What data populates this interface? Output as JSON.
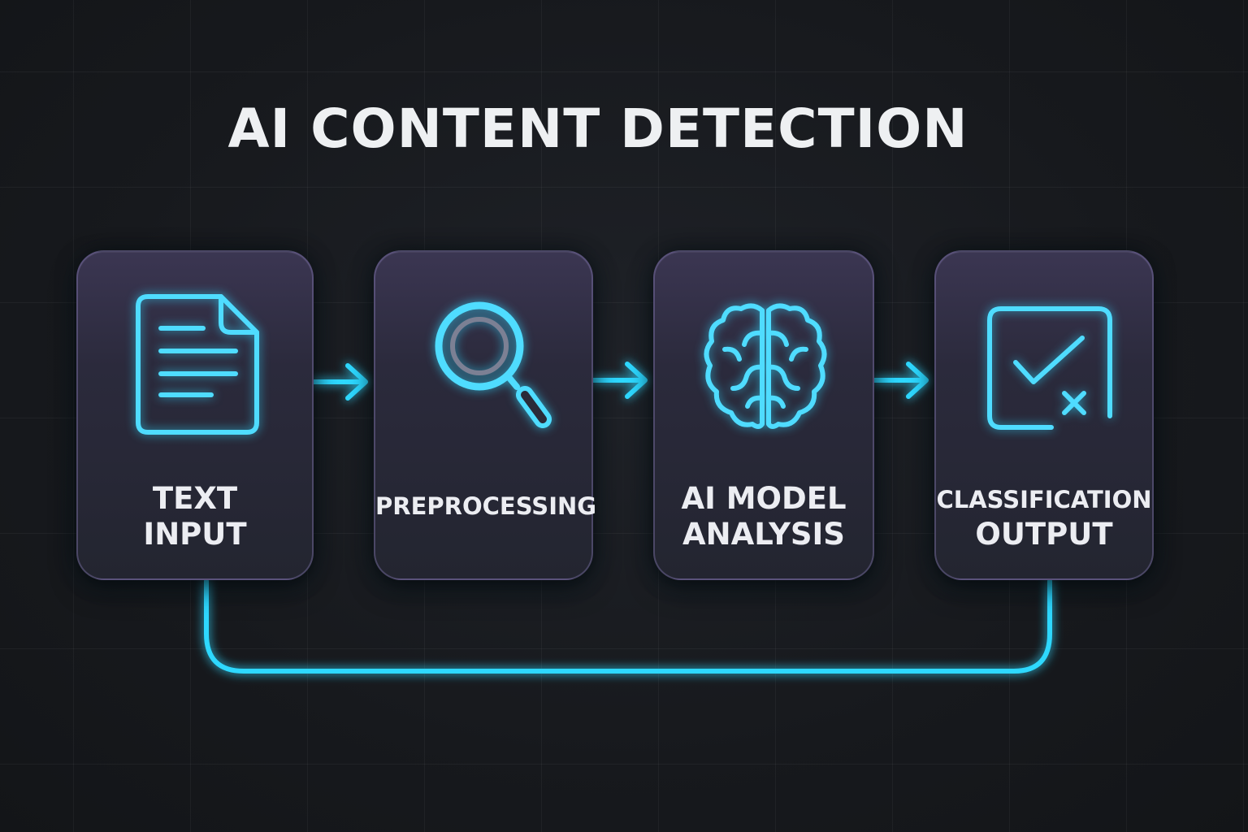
{
  "title": "AI CONTENT DETECTION",
  "colors": {
    "background": "#16181c",
    "accent": "#2fd8ff",
    "card_top": "#3b3652",
    "card_bottom": "#232530",
    "text": "#ecedf2"
  },
  "steps": [
    {
      "icon": "document-icon",
      "line1": "TEXT",
      "line2": "INPUT"
    },
    {
      "icon": "magnifier-icon",
      "line1": "PREPROCESSING",
      "line2": ""
    },
    {
      "icon": "brain-icon",
      "line1": "AI MODEL",
      "line2": "ANALYSIS"
    },
    {
      "icon": "checkbox-check-x-icon",
      "line1": "CLASSIFICATION",
      "line2": "OUTPUT"
    }
  ]
}
